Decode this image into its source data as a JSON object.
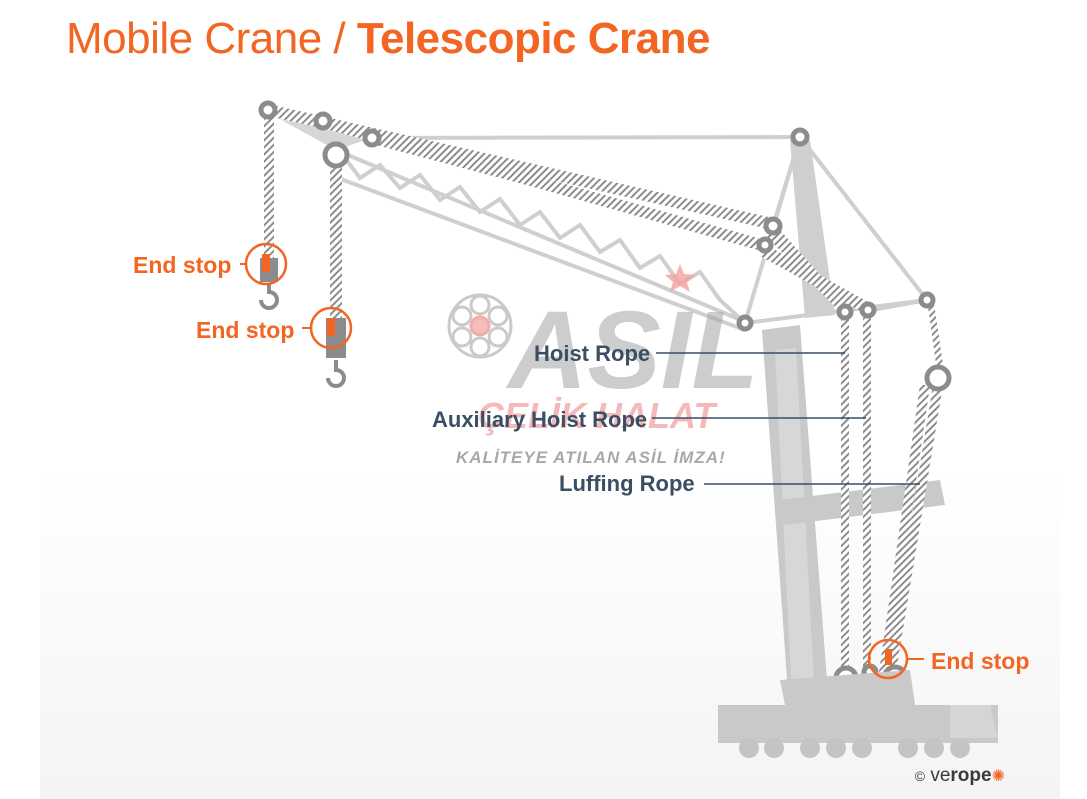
{
  "title": {
    "light": "Mobile Crane / ",
    "bold": "Telescopic Crane"
  },
  "labels": {
    "end_stop_1": "End stop",
    "end_stop_2": "End stop",
    "end_stop_3": "End stop",
    "hoist_rope": "Hoist Rope",
    "auxiliary_hoist_rope": "Auxiliary Hoist Rope",
    "luffing_rope": "Luffing Rope"
  },
  "watermark": {
    "brand": "ASIL",
    "subtitle": "ÇELİK HALAT",
    "slogan": "KALİTEYE ATILAN ASİL İMZA!"
  },
  "credit": {
    "copyright": "©",
    "brand_light": "ve",
    "brand_bold": "rope"
  },
  "colors": {
    "accent": "#f26522",
    "label_blue": "#3a4f63",
    "crane_gray": "#c4c4c4",
    "rope": "#8c8c8c"
  }
}
